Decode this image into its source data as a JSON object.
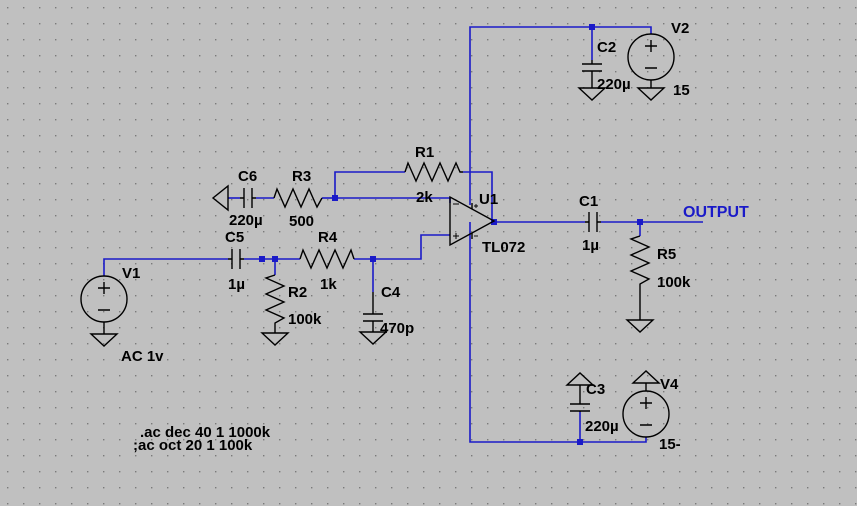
{
  "colors": {
    "background": "#c0c0c0",
    "wire": "#1a1ac8",
    "component": "#000000",
    "junction": "#1a1ac8",
    "grid_dot": "#7a7a7a"
  },
  "net_label": "OUTPUT",
  "components": [
    {
      "ref": "V1",
      "value": "AC 1v"
    },
    {
      "ref": "V2",
      "value": "15"
    },
    {
      "ref": "V4",
      "value": "15-"
    },
    {
      "ref": "C1",
      "value": "1µ"
    },
    {
      "ref": "C2",
      "value": "220µ"
    },
    {
      "ref": "C3",
      "value": "220µ"
    },
    {
      "ref": "C4",
      "value": "470p"
    },
    {
      "ref": "C5",
      "value": "1µ"
    },
    {
      "ref": "C6",
      "value": "220µ"
    },
    {
      "ref": "R1",
      "value": "2k"
    },
    {
      "ref": "R2",
      "value": "100k"
    },
    {
      "ref": "R3",
      "value": "500"
    },
    {
      "ref": "R4",
      "value": "1k"
    },
    {
      "ref": "R5",
      "value": "100k"
    },
    {
      "ref": "U1",
      "value": "TL072"
    }
  ],
  "directives": [
    ".ac dec 40 1 1000k",
    ";ac oct 20 1 100k"
  ]
}
